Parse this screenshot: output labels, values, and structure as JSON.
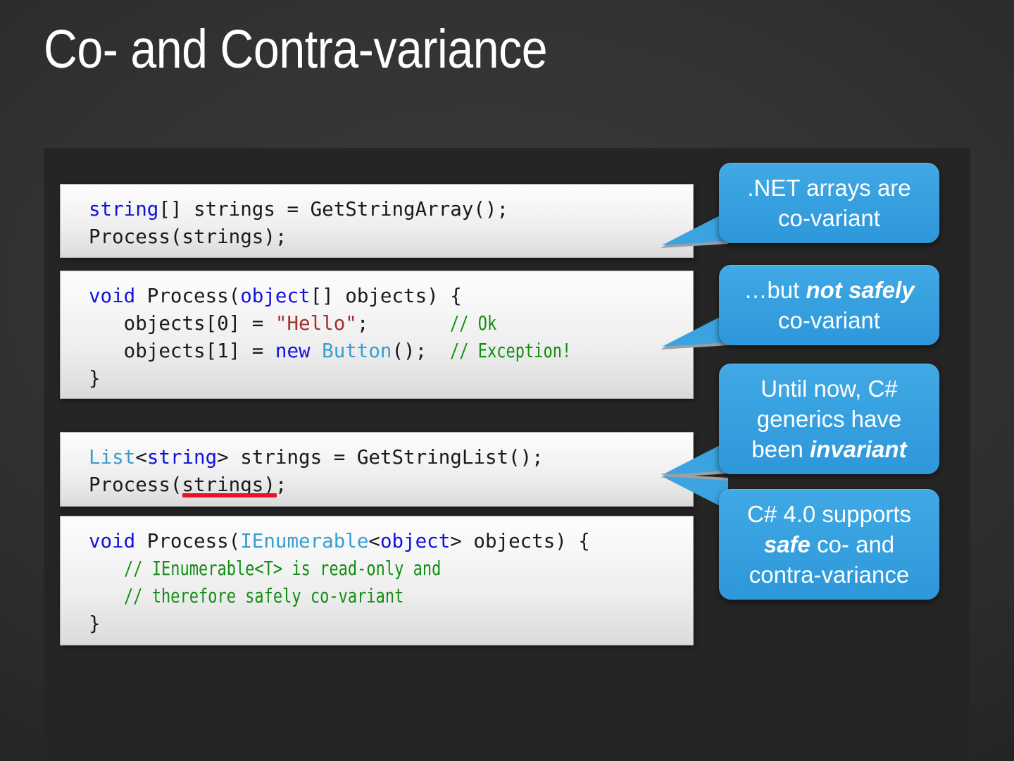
{
  "slide": {
    "title": "Co- and Contra-variance",
    "background_color": "#333333",
    "panel_color": "#252525"
  },
  "theme": {
    "callout_blue": "#37a1e0",
    "keyword_blue": "#1111dd",
    "type_teal": "#3a9dd0",
    "string_red": "#a33030",
    "comment_green": "#138d13",
    "error_underline_red": "#e8132b",
    "code_background": "#f2f2f2",
    "text_white": "#ffffff"
  },
  "code_blocks": [
    {
      "id": "code-1",
      "lines": [
        [
          {
            "t": "string",
            "c": "kw"
          },
          {
            "t": "[] strings = GetStringArray();",
            "c": ""
          }
        ],
        [
          {
            "t": "Process(strings);",
            "c": ""
          }
        ]
      ]
    },
    {
      "id": "code-2",
      "lines": [
        [
          {
            "t": "void",
            "c": "kw"
          },
          {
            "t": " Process(",
            "c": ""
          },
          {
            "t": "object",
            "c": "kw"
          },
          {
            "t": "[] objects) {",
            "c": ""
          }
        ],
        [
          {
            "t": "   objects[0] = ",
            "c": ""
          },
          {
            "t": "\"Hello\"",
            "c": "str"
          },
          {
            "t": ";       ",
            "c": ""
          },
          {
            "t": "// Ok",
            "c": "cmt-narrow"
          }
        ],
        [
          {
            "t": "   objects[1] = ",
            "c": ""
          },
          {
            "t": "new",
            "c": "kw"
          },
          {
            "t": " ",
            "c": ""
          },
          {
            "t": "Button",
            "c": "typ"
          },
          {
            "t": "();  ",
            "c": ""
          },
          {
            "t": "// Exception!",
            "c": "cmt-narrow"
          }
        ],
        [
          {
            "t": "}",
            "c": ""
          }
        ]
      ]
    },
    {
      "id": "code-3",
      "lines": [
        [
          {
            "t": "List",
            "c": "typ"
          },
          {
            "t": "<",
            "c": ""
          },
          {
            "t": "string",
            "c": "kw"
          },
          {
            "t": "> strings = GetStringList();",
            "c": ""
          }
        ],
        [
          {
            "t": "Process(",
            "c": ""
          },
          {
            "t": "strings)",
            "c": "redline"
          },
          {
            "t": ";",
            "c": ""
          }
        ]
      ]
    },
    {
      "id": "code-4",
      "lines": [
        [
          {
            "t": "void",
            "c": "kw"
          },
          {
            "t": " Process(",
            "c": ""
          },
          {
            "t": "IEnumerable",
            "c": "typ"
          },
          {
            "t": "<",
            "c": ""
          },
          {
            "t": "object",
            "c": "kw"
          },
          {
            "t": "> objects) {",
            "c": ""
          }
        ],
        [
          {
            "t": "   ",
            "c": ""
          },
          {
            "t": "// IEnumerable<T> is read-only and",
            "c": "cmt-narrow"
          }
        ],
        [
          {
            "t": "   ",
            "c": ""
          },
          {
            "t": "// therefore safely co-variant",
            "c": "cmt-narrow"
          }
        ],
        [
          {
            "t": "}",
            "c": ""
          }
        ]
      ]
    }
  ],
  "callouts": [
    {
      "id": "callout-1",
      "name": "callout-net-arrays-covariant",
      "runs": [
        {
          "t": ".NET arrays are co-variant",
          "style": "normal"
        }
      ]
    },
    {
      "id": "callout-2",
      "name": "callout-not-safely-covariant",
      "runs": [
        {
          "t": "…but ",
          "style": "normal"
        },
        {
          "t": "not safely",
          "style": "em"
        },
        {
          "t": " co-variant",
          "style": "normal"
        }
      ]
    },
    {
      "id": "callout-3",
      "name": "callout-generics-invariant",
      "runs": [
        {
          "t": "Until now, C# generics have been ",
          "style": "normal"
        },
        {
          "t": "invariant",
          "style": "em"
        }
      ]
    },
    {
      "id": "callout-4",
      "name": "callout-csharp4-safe-variance",
      "runs": [
        {
          "t": "C# 4.0 supports ",
          "style": "normal"
        },
        {
          "t": "safe",
          "style": "em"
        },
        {
          "t": " co- and contra-variance",
          "style": "normal"
        }
      ]
    }
  ]
}
